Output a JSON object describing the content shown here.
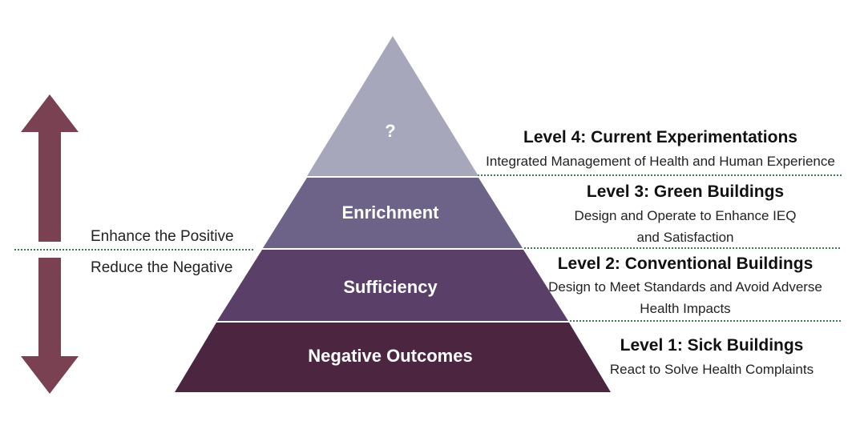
{
  "pyramid": {
    "tiers": [
      {
        "label": "?",
        "color": "#a6a7bb"
      },
      {
        "label": "Enrichment",
        "color": "#6d6288"
      },
      {
        "label": "Sufficiency",
        "color": "#5a3f69"
      },
      {
        "label": "Negative Outcomes",
        "color": "#4c2541"
      }
    ]
  },
  "arrows": {
    "color": "#7a4153",
    "up_label": "Enhance the Positive",
    "down_label": "Reduce the Negative"
  },
  "divider_color": "#3f7a52",
  "levels": [
    {
      "title": "Level 4: Current Experimentations",
      "description": [
        "Integrated Management of Health and Human Experience"
      ]
    },
    {
      "title": "Level 3: Green Buildings",
      "description": [
        "Design and Operate to Enhance IEQ",
        "and Satisfaction"
      ]
    },
    {
      "title": "Level 2: Conventional Buildings",
      "description": [
        "Design to Meet Standards and Avoid Adverse",
        "Health Impacts"
      ]
    },
    {
      "title": "Level 1: Sick Buildings",
      "description": [
        "React to Solve Health Complaints"
      ]
    }
  ]
}
